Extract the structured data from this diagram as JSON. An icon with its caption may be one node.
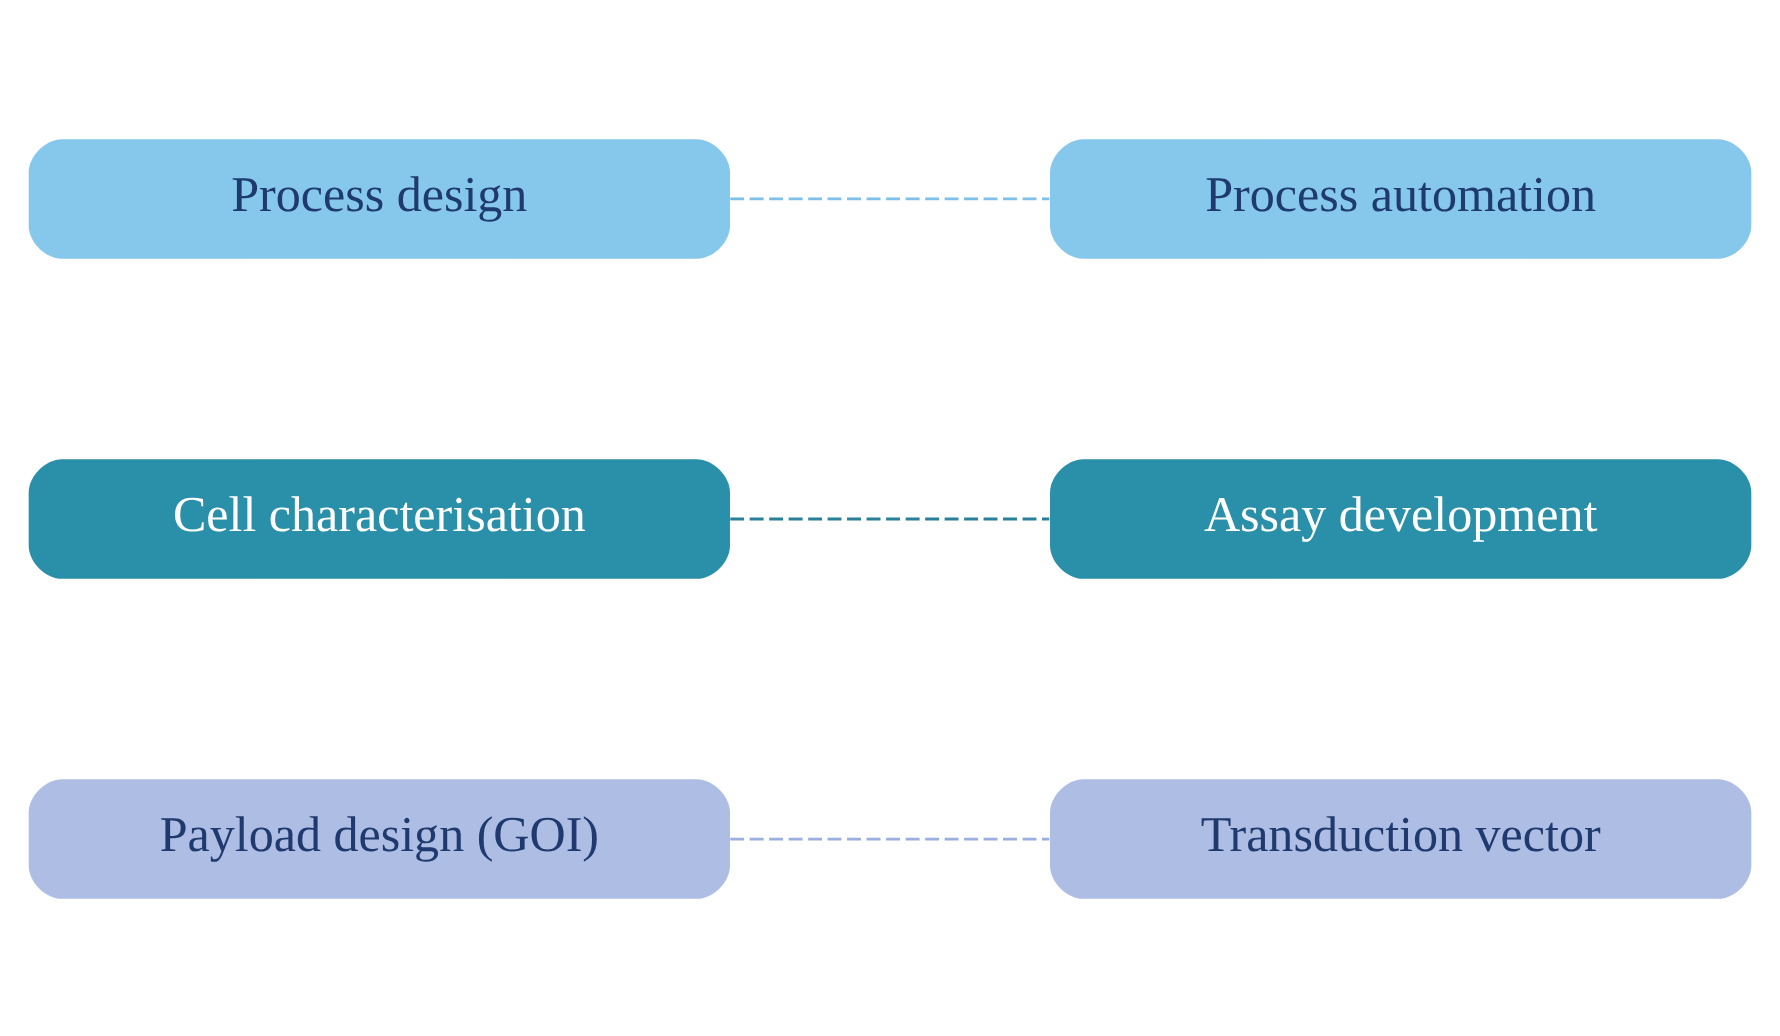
{
  "diagram": {
    "nodes": [
      {
        "text": [
          "Payload design (GOI)"
        ]
      },
      {
        "text": [
          "Transduction vector"
        ]
      },
      {
        "text": [
          "Cell characterisation"
        ]
      },
      {
        "text": [
          "Assay development"
        ]
      },
      {
        "text": [
          "Process design"
        ]
      },
      {
        "text": [
          "Process automation"
        ]
      }
    ],
    "edges": [
      {
        "from": 0,
        "to": 1,
        "arrow": "none",
        "style": "dashed",
        "color": "#9aaee0"
      },
      {
        "from": 2,
        "to": 3,
        "arrow": "none",
        "style": "dashed",
        "color": "#2a7f98"
      },
      {
        "from": 4,
        "to": 5,
        "arrow": "none",
        "style": "dashed",
        "color": "#7fc0e8"
      }
    ]
  }
}
